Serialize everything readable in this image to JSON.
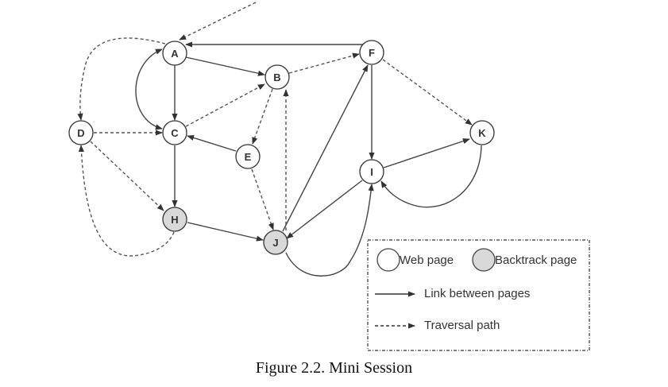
{
  "figure": {
    "caption": "Figure 2.2. Mini Session",
    "colors": {
      "web_page_fill": "#ffffff",
      "backtrack_fill": "#d9d9d9",
      "stroke": "#333333"
    },
    "nodes": [
      {
        "id": "A",
        "label": "A",
        "type": "web"
      },
      {
        "id": "B",
        "label": "B",
        "type": "web"
      },
      {
        "id": "C",
        "label": "C",
        "type": "web"
      },
      {
        "id": "D",
        "label": "D",
        "type": "web"
      },
      {
        "id": "E",
        "label": "E",
        "type": "web"
      },
      {
        "id": "F",
        "label": "F",
        "type": "web"
      },
      {
        "id": "H",
        "label": "H",
        "type": "backtrack"
      },
      {
        "id": "I",
        "label": "I",
        "type": "web"
      },
      {
        "id": "J",
        "label": "J",
        "type": "backtrack"
      },
      {
        "id": "K",
        "label": "K",
        "type": "web"
      }
    ],
    "links": [
      {
        "from": "A",
        "to": "B",
        "kind": "link"
      },
      {
        "from": "A",
        "to": "C",
        "kind": "link"
      },
      {
        "from": "C",
        "to": "A",
        "kind": "link"
      },
      {
        "from": "A",
        "to": "C",
        "kind": "link",
        "curved": true
      },
      {
        "from": "F",
        "to": "A",
        "kind": "link"
      },
      {
        "from": "F",
        "to": "I",
        "kind": "link"
      },
      {
        "from": "E",
        "to": "C",
        "kind": "link"
      },
      {
        "from": "C",
        "to": "H",
        "kind": "link"
      },
      {
        "from": "H",
        "to": "J",
        "kind": "link"
      },
      {
        "from": "J",
        "to": "F",
        "kind": "link"
      },
      {
        "from": "I",
        "to": "J",
        "kind": "link"
      },
      {
        "from": "J",
        "to": "I",
        "kind": "link",
        "curved": true
      },
      {
        "from": "I",
        "to": "K",
        "kind": "link"
      },
      {
        "from": "K",
        "to": "I",
        "kind": "link",
        "curved": true
      }
    ],
    "traversal": [
      {
        "from": "start",
        "to": "A"
      },
      {
        "from": "A",
        "to": "D"
      },
      {
        "from": "D",
        "to": "C"
      },
      {
        "from": "C",
        "to": "B"
      },
      {
        "from": "B",
        "to": "F"
      },
      {
        "from": "F",
        "to": "K"
      },
      {
        "from": "B",
        "to": "E"
      },
      {
        "from": "E",
        "to": "J"
      },
      {
        "from": "J",
        "to": "B"
      },
      {
        "from": "D",
        "to": "H"
      },
      {
        "from": "H",
        "to": "D"
      }
    ],
    "legend": {
      "web_page": "Web page",
      "backtrack_page": "Backtrack page",
      "link": "Link between pages",
      "traversal": "Traversal path"
    }
  }
}
